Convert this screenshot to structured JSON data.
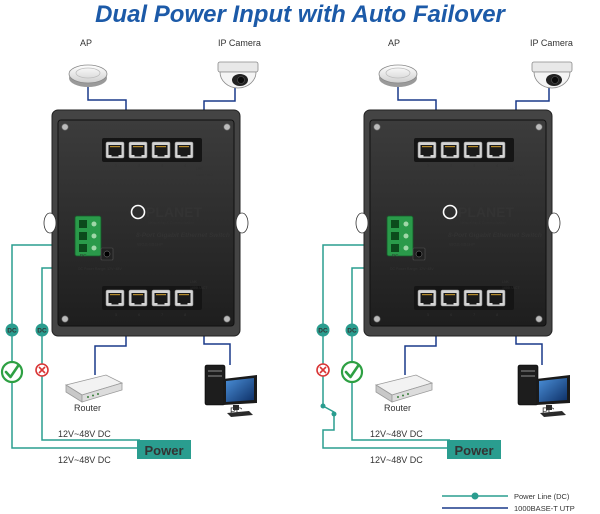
{
  "title": "Dual Power Input with Auto Failover",
  "labels": {
    "ap": "AP",
    "camera": "IP Camera",
    "router": "Router",
    "pc": "PC",
    "power": "Power",
    "voltage": "12V~48V DC",
    "dc": "DC"
  },
  "switch": {
    "brand": "PLANET",
    "tagline": "Networking & Communication",
    "model": "8-Port Gigabit Ethernet Switch",
    "model_code": "WGS-804HP",
    "pwr_label": "PWR",
    "dc_label": "DC",
    "power_range": "DC Power Range:\n12V~48V",
    "led_text_1": "LNK",
    "led_text_2": "1000 / ACT",
    "port_numbers_top": [
      "1",
      "2",
      "3",
      "4"
    ],
    "port_numbers_bottom": [
      "5",
      "6",
      "7",
      "8"
    ]
  },
  "legend": {
    "power_line": "Power Line (DC)",
    "utp": "1000BASE-T UTP"
  },
  "colors": {
    "title": "#1c5aa8",
    "power_line": "#2a9d8f",
    "utp_line": "#1a3a8a",
    "check": "#2ea043",
    "cross": "#d93636",
    "power_badge": "#2a9d8f",
    "switch_body": "#2d2d2d"
  },
  "panels": [
    {
      "input1": "check-icon",
      "input2": "cross-icon"
    },
    {
      "input1": "cross-icon",
      "input2": "check-icon"
    }
  ]
}
